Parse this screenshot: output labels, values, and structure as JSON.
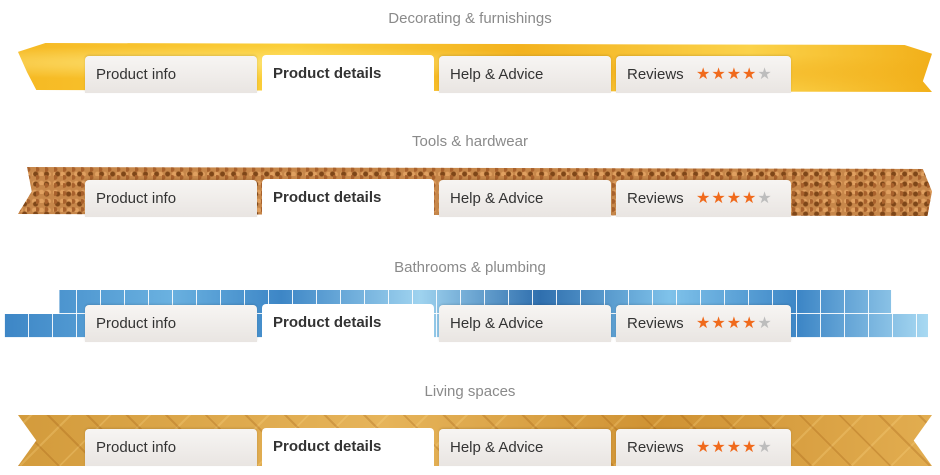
{
  "sections": [
    {
      "title": "Decorating & furnishings",
      "style": "yellow-paint"
    },
    {
      "title": "Tools & hardwear",
      "style": "cork"
    },
    {
      "title": "Bathrooms & plumbing",
      "style": "blue-tiles"
    },
    {
      "title": "Living spaces",
      "style": "wood-parquet"
    }
  ],
  "tabs": {
    "product_info": "Product info",
    "product_details": "Product details",
    "help_advice": "Help & Advice",
    "reviews": "Reviews",
    "active": "product_details"
  },
  "rating": {
    "value": 4,
    "max": 5,
    "filled_glyph": "★",
    "empty_glyph": "★"
  },
  "colors": {
    "star": "#f06a1c",
    "star_empty": "#bdbdbd",
    "title_text": "#8a8a8a"
  }
}
